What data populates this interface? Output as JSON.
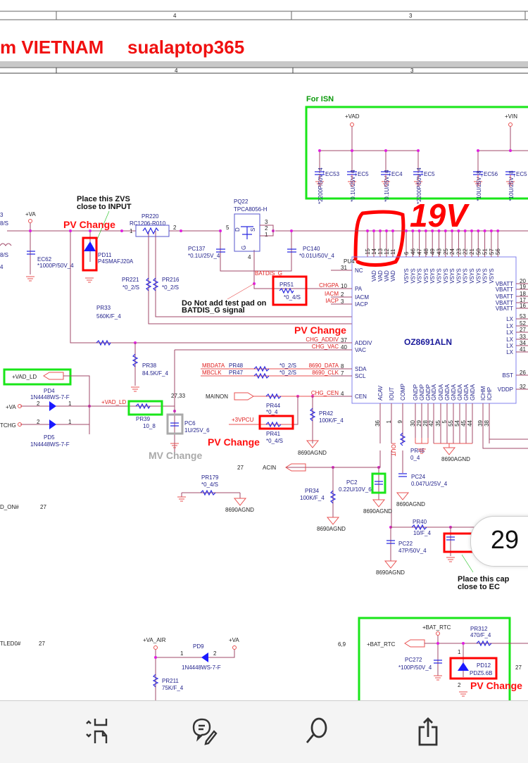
{
  "header": {
    "title_left": "m VIETNAM",
    "title_right": "sualaptop365",
    "ruler_top": [
      "4",
      "3"
    ],
    "ruler_bottom": [
      "4",
      "3"
    ]
  },
  "isn": {
    "title": "For ISN",
    "vad": "+VAD",
    "vin": "+VIN",
    "caps": [
      {
        "ref": "EC53",
        "val": "*2200P/50V_4"
      },
      {
        "ref": "EC5",
        "val": "*0.1U/25V_4"
      },
      {
        "ref": "EC4",
        "val": "*0.1U/25V_4"
      },
      {
        "ref": "EC5",
        "val": "*2200P/50V_4"
      },
      {
        "ref": "EC56",
        "val": "*10U/25V_8"
      },
      {
        "ref": "EC5",
        "val": "*10U/25V_8"
      }
    ]
  },
  "annotations": {
    "handwritten": "19V",
    "pv_change": "PV Change",
    "mv_change": "MV Change",
    "zvs_note": [
      "Place this ZVS",
      "close to  INPUT"
    ],
    "batdis_note": [
      "Do Not add test pad on",
      "BATDIS_G  signal"
    ],
    "cap_note": [
      "Place this cap",
      "close to EC"
    ]
  },
  "chip": {
    "ref": "PU4",
    "name": "OZ8691ALN",
    "top_pins": [
      {
        "num": "15",
        "label": ""
      },
      {
        "num": "14",
        "label": "VAD"
      },
      {
        "num": "13",
        "label": "VAD"
      },
      {
        "num": "12",
        "label": "VAD"
      },
      {
        "num": "11",
        "label": "VAD"
      },
      {
        "num": "6",
        "label": "VSYS"
      },
      {
        "num": "46",
        "label": "VSYS"
      },
      {
        "num": "47",
        "label": "VSYS"
      },
      {
        "num": "48",
        "label": "VSYS"
      },
      {
        "num": "49",
        "label": "VSYS"
      },
      {
        "num": "43",
        "label": "VSYS"
      },
      {
        "num": "25",
        "label": "VSYS"
      },
      {
        "num": "24",
        "label": "VSYS"
      },
      {
        "num": "23",
        "label": "VSYS"
      },
      {
        "num": "22",
        "label": "VSYS"
      },
      {
        "num": "21",
        "label": "VSYS"
      },
      {
        "num": "50",
        "label": "VSYS"
      },
      {
        "num": "51",
        "label": "VSYS"
      },
      {
        "num": "57",
        "label": "VSYS"
      },
      {
        "num": "56",
        "label": ""
      }
    ],
    "left_pins": [
      {
        "num": "31",
        "label": "NC",
        "net": ""
      },
      {
        "num": "10",
        "label": "PA",
        "net": "CHGPA"
      },
      {
        "num": "2",
        "label": "IACM",
        "net": "IACM"
      },
      {
        "num": "3",
        "label": "IACP",
        "net": "IACP"
      },
      {
        "num": "37",
        "label": "ADDIV",
        "net": "CHG_ADDIV"
      },
      {
        "num": "40",
        "label": "VAC",
        "net": "CHG_VAC"
      },
      {
        "num": "8",
        "label": "SDA",
        "net": "8690_DATA"
      },
      {
        "num": "7",
        "label": "SCL",
        "net": "8690_CLK"
      },
      {
        "num": "4",
        "label": "CEN",
        "net": "CHG_CEN"
      }
    ],
    "right_pins": [
      {
        "num": "20",
        "label": "VBATT"
      },
      {
        "num": "19",
        "label": "VBATT"
      },
      {
        "num": "18",
        "label": "VBATT"
      },
      {
        "num": "17",
        "label": "VBATT"
      },
      {
        "num": "16",
        "label": "VBATT"
      },
      {
        "num": "53",
        "label": "LX"
      },
      {
        "num": "52",
        "label": "LX"
      },
      {
        "num": "27",
        "label": "LX"
      },
      {
        "num": "33",
        "label": "LX"
      },
      {
        "num": "34",
        "label": "LX"
      },
      {
        "num": "41",
        "label": "LX"
      },
      {
        "num": "26",
        "label": "BST"
      },
      {
        "num": "32",
        "label": "VDDP"
      }
    ],
    "bottom_pins": [
      {
        "num": "36",
        "label": "ACAV"
      },
      {
        "num": "1",
        "label": "IOUT"
      },
      {
        "num": "9",
        "label": "COMP"
      },
      {
        "num": "30",
        "label": "GNDP"
      },
      {
        "num": "29",
        "label": "GNDP"
      },
      {
        "num": "28",
        "label": "GNDP"
      },
      {
        "num": "42",
        "label": "GNDA"
      },
      {
        "num": "35",
        "label": "GNDA"
      },
      {
        "num": "5",
        "label": "GNDA"
      },
      {
        "num": "55",
        "label": "GNDA"
      },
      {
        "num": "54",
        "label": "GNDA"
      },
      {
        "num": "45",
        "label": "GNDA"
      },
      {
        "num": "44",
        "label": "GNDA"
      },
      {
        "num": "39",
        "label": "ICHM"
      },
      {
        "num": "38",
        "label": "ICHP"
      }
    ]
  },
  "components": {
    "pr220": {
      "ref": "PR220",
      "val": "RC1206-R010",
      "p1": "1",
      "p2": "2"
    },
    "pq22": {
      "ref": "PQ22",
      "val": "TPCA8056-H",
      "pins": [
        "5",
        "3",
        "2",
        "1",
        "4"
      ],
      "d": "D",
      "s": "S",
      "g": "G"
    },
    "pd11": {
      "ref": "PD11",
      "val": "P4SMAFJ20A"
    },
    "ec62": {
      "ref": "EC62",
      "val": "*1000P/50V_4"
    },
    "pc137": {
      "ref": "PC137",
      "val": "*0.1U/25V_4"
    },
    "pc140": {
      "ref": "PC140",
      "val": "*0.01U/50V_4"
    },
    "pr221": {
      "ref": "PR221",
      "val": "*0_2/S"
    },
    "pr216": {
      "ref": "PR216",
      "val": "*0_2/S"
    },
    "pr51": {
      "ref": "PR51",
      "val": "*0_4/S"
    },
    "pr33": {
      "ref": "PR33",
      "val": "560K/F_4"
    },
    "pr38": {
      "ref": "PR38",
      "val": "84.5K/F_4"
    },
    "pr48": {
      "ref": "PR48",
      "val": "*0_2/S"
    },
    "pr47": {
      "ref": "PR47",
      "val": "*0_2/S"
    },
    "pd4": {
      "ref": "PD4",
      "val": "1N4448WS-7-F",
      "p1": "1",
      "p2": "2"
    },
    "pd5": {
      "ref": "PD5",
      "val": "1N4448WS-7-F",
      "p1": "1",
      "p2": "2"
    },
    "pr39": {
      "ref": "PR39",
      "val": "10_8"
    },
    "pc6": {
      "ref": "PC6",
      "val": "1U/25V_6"
    },
    "pr44": {
      "ref": "PR44",
      "val": "*0_4"
    },
    "pr41": {
      "ref": "PR41",
      "val": "*0_4/S"
    },
    "pr42": {
      "ref": "PR42",
      "val": "100K/F_4"
    },
    "pr45": {
      "ref": "PR45",
      "val": "0_4"
    },
    "pc24": {
      "ref": "PC24",
      "val": "0.047U/25V_4"
    },
    "pr179": {
      "ref": "PR179",
      "val": "*0_4/S"
    },
    "pr34": {
      "ref": "PR34",
      "val": "100K/F_4"
    },
    "pc2": {
      "ref": "PC2",
      "val": "0.22U/10V_6"
    },
    "pr40": {
      "ref": "PR40",
      "val": "10/F_4"
    },
    "pc22": {
      "ref": "PC22",
      "val": "47P/50V_4"
    },
    "pd9": {
      "ref": "PD9",
      "val": "1N4448WS-7-F",
      "p1": "1",
      "p2": "2"
    },
    "pr211": {
      "ref": "PR211",
      "val": "75K/F_4"
    },
    "pr312": {
      "ref": "PR312",
      "val": "470/F_4"
    },
    "pc272": {
      "ref": "PC272",
      "val": "*100P/50V_4"
    },
    "pd12": {
      "ref": "PD12",
      "val": "PDZ5.6B",
      "p1": "1",
      "p2": "2"
    }
  },
  "nets": {
    "va": "+VA",
    "batdis_g": "BATDIS_G",
    "vad_ld": "+VAD_LD",
    "vad_ld_port": "+VAD_LD",
    "va_in": "+VA",
    "tchg": "TCHG",
    "mbdata": "MBDATA",
    "mbclk": "MBCLK",
    "mainon": "MAINON",
    "vpcu": "+3VPCU",
    "acin": "ACIN",
    "agnd": "8690AGND",
    "ref_27_33": "27,33",
    "ref_27a": "27",
    "ref_27b": "27",
    "ref_27c": "27",
    "ref_27d": "27",
    "ref_69": "6,9",
    "d_on": "D_ON#",
    "tled": "TLED0#",
    "va_air": "+VA_AIR",
    "va2": "+VA",
    "bat_rtc": "+BAT_RTC",
    "bat_rtc_port": "+BAT_RTC",
    "iout": "IOUT",
    "left_ref1": "3",
    "left_ref2": "8/S",
    "left_ref3": "8/S",
    "left_ref4": "4"
  },
  "viewer": {
    "page_number": "29",
    "toolbar": [
      "scroll-pages",
      "annotate",
      "search",
      "share"
    ]
  }
}
